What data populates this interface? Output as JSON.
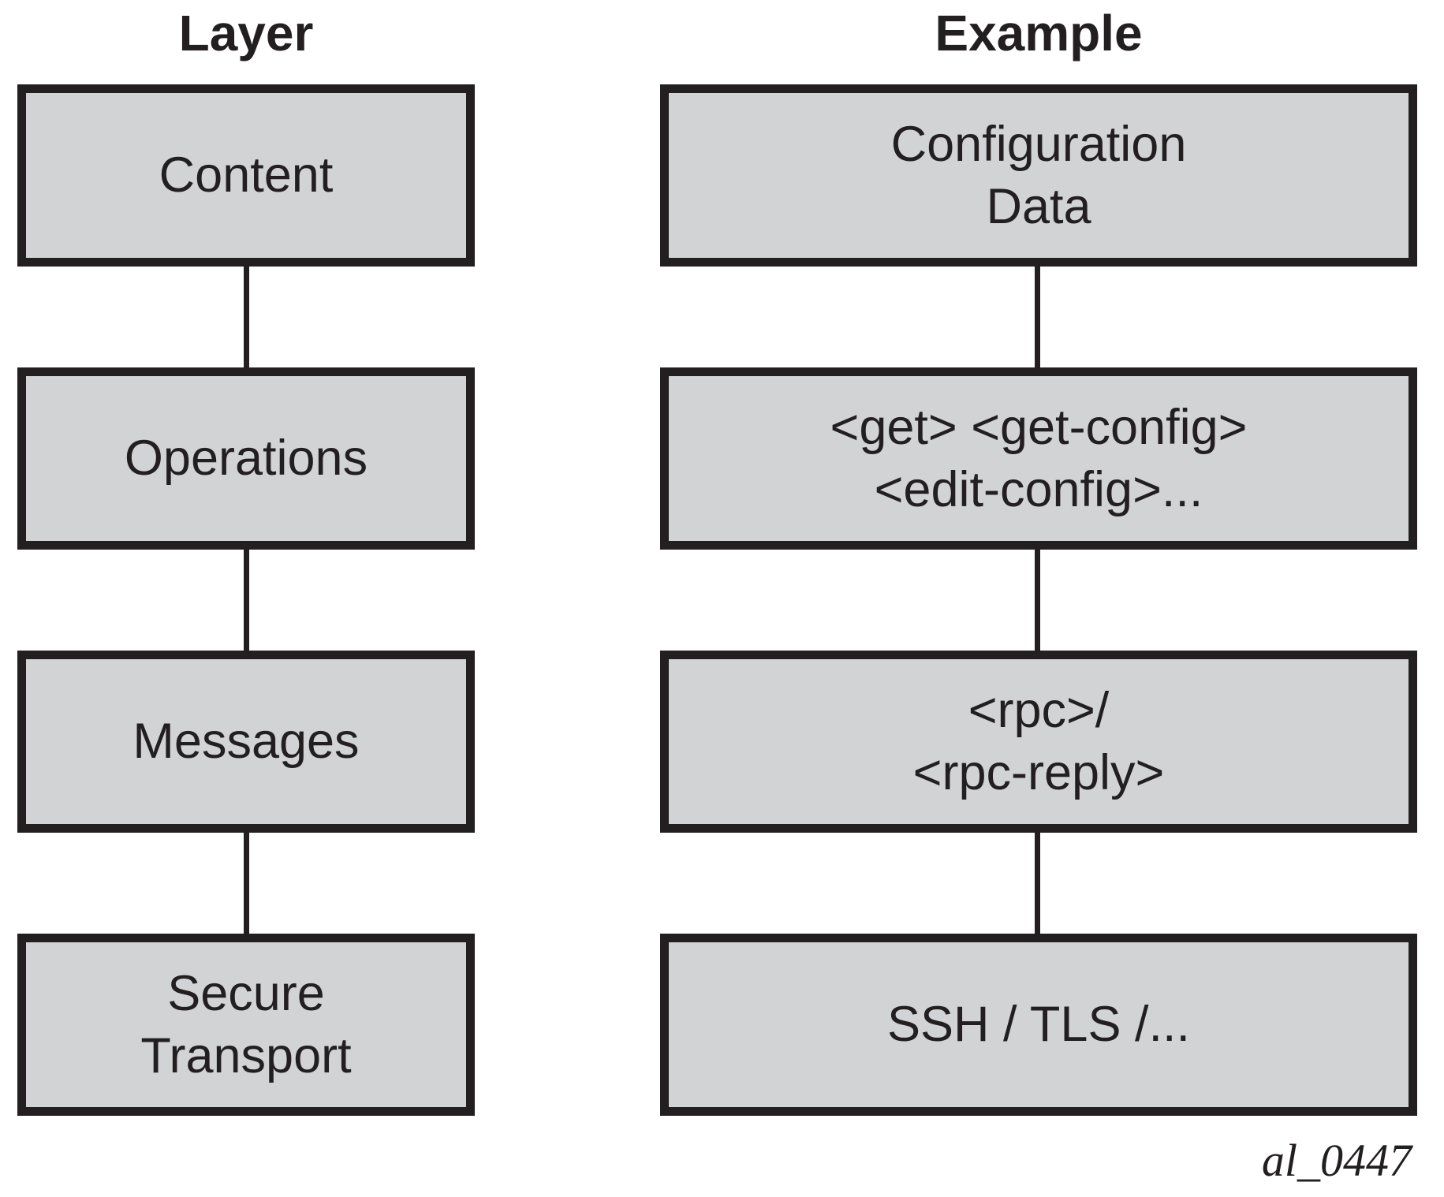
{
  "figure": {
    "left_column": {
      "header": "Layer",
      "boxes": [
        {
          "lines": [
            "Content"
          ]
        },
        {
          "lines": [
            "Operations"
          ]
        },
        {
          "lines": [
            "Messages"
          ]
        },
        {
          "lines": [
            "Secure",
            "Transport"
          ]
        }
      ]
    },
    "right_column": {
      "header": "Example",
      "boxes": [
        {
          "lines": [
            "Configuration",
            "Data"
          ]
        },
        {
          "lines": [
            "<get> <get-config>",
            "<edit-config>..."
          ]
        },
        {
          "lines": [
            "<rpc>/",
            "<rpc-reply>"
          ]
        },
        {
          "lines": [
            "SSH / TLS /..."
          ]
        }
      ]
    },
    "figure_label": "al_0447",
    "colors": {
      "box_fill": "#d1d3d4",
      "line_color": "#231f20",
      "background": "#ffffff"
    }
  }
}
